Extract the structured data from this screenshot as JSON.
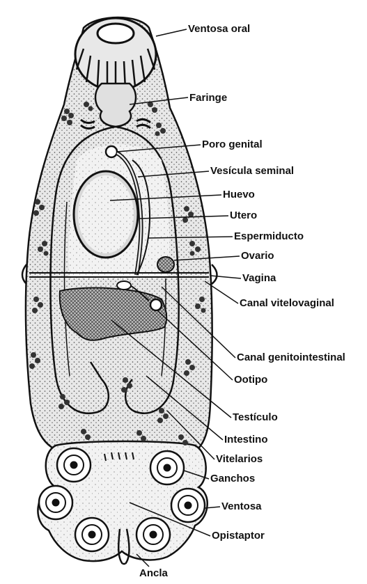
{
  "labels": {
    "ventosa_oral": "Ventosa oral",
    "faringe": "Faringe",
    "poro_genital": "Poro genital",
    "vesicula_seminal": "Vesícula seminal",
    "huevo": "Huevo",
    "utero": "Utero",
    "espermiducto": "Espermiducto",
    "ovario": "Ovario",
    "vagina": "Vagina",
    "canal_vitelovaginal": "Canal vitelovaginal",
    "canal_genitointestinal": "Canal genitointestinal",
    "ootipo": "Ootipo",
    "testiculo": "Testículo",
    "intestino": "Intestino",
    "vitelarios": "Vitelarios",
    "ganchos": "Ganchos",
    "ventosa": "Ventosa",
    "opistaptor": "Opistaptor",
    "ancla": "Ancla"
  },
  "colors": {
    "ink": "#111111",
    "body_fill": "#d6d6d6",
    "inner_fill": "#e4e4e4",
    "white": "#ffffff"
  }
}
